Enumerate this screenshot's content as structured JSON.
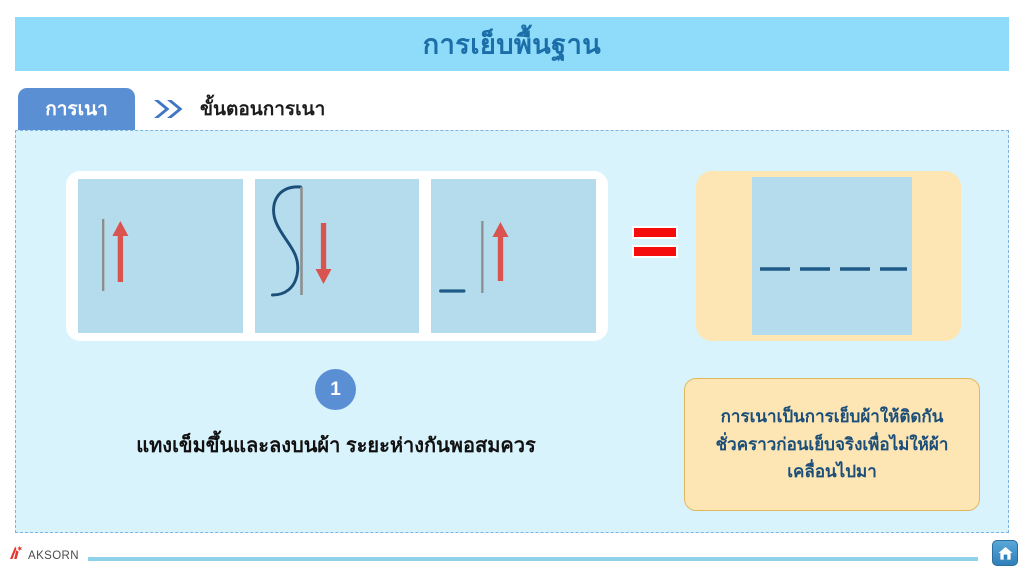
{
  "header": {
    "title": "การเย็บพื้นฐาน",
    "title_color": "#1b6ea8",
    "bar_color": "#8fdcfa"
  },
  "tab": {
    "chip_label": "การเนา",
    "chip_color": "#5b8fd4",
    "chevron_icon": "double-chevron-right-icon",
    "subtitle": "ขั้นตอนการเนา"
  },
  "content": {
    "panel_bg": "#d9f3fc",
    "panel_border": "#7fb4e0",
    "steps": [
      {
        "name": "needle-up-through-fabric",
        "arrow": "up",
        "has_thread": false,
        "has_stitch": false
      },
      {
        "name": "needle-down-with-thread",
        "arrow": "down",
        "has_thread": true,
        "has_stitch": false
      },
      {
        "name": "needle-up-after-stitch",
        "arrow": "up",
        "has_thread": false,
        "has_stitch": true
      }
    ],
    "equals_symbol": "=",
    "equals_color": "#f50c0c",
    "result": {
      "card_color": "#fde6b4",
      "inner_color": "#b5dcec",
      "stitch_count": 4,
      "stitch_color": "#1f5b86"
    },
    "step_badge": "1",
    "step_caption": "แทงเข็มขึ้นและลงบนผ้า ระยะห่างกันพอสมควร",
    "note": {
      "line1": "การเนาเป็นการเย็บผ้าให้ติดกัน",
      "line2": "ชั่วคราวก่อนเย็บจริงเพื่อไม่ให้ผ้า",
      "line3": "เคลื่อนไปมา",
      "bg_color": "#fde6b4",
      "text_color": "#1b4f7a"
    }
  },
  "footer": {
    "brand_mark_icon": "aksorn-logo-icon",
    "brand_name": "AKSORN",
    "home_icon": "home-icon"
  }
}
